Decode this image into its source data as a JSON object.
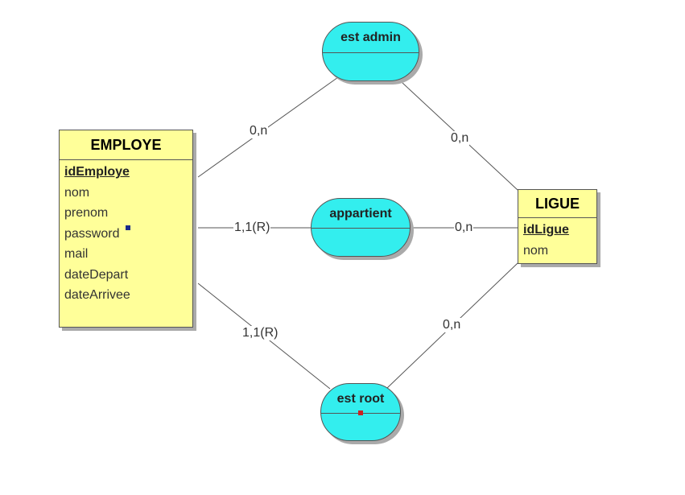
{
  "colors": {
    "entity_fill": "#ffff99",
    "association_fill": "#33eeee",
    "line": "#555555"
  },
  "entities": [
    {
      "name": "EMPLOYE",
      "attributes": [
        {
          "label": "idEmploye",
          "key": true
        },
        {
          "label": "nom",
          "key": false
        },
        {
          "label": "prenom",
          "key": false
        },
        {
          "label": "password",
          "key": false
        },
        {
          "label": "mail",
          "key": false
        },
        {
          "label": "dateDepart",
          "key": false
        },
        {
          "label": "dateArrivee",
          "key": false
        }
      ]
    },
    {
      "name": "LIGUE",
      "attributes": [
        {
          "label": "idLigue",
          "key": true
        },
        {
          "label": "nom",
          "key": false
        }
      ]
    }
  ],
  "associations": [
    {
      "name": "est admin"
    },
    {
      "name": "appartient"
    },
    {
      "name": "est root"
    }
  ],
  "cardinalities": {
    "est_admin_employe": "0,n",
    "est_admin_ligue": "0,n",
    "appartient_employe": "1,1(R)",
    "appartient_ligue": "0,n",
    "est_root_employe": "1,1(R)",
    "est_root_ligue": "0,n"
  }
}
